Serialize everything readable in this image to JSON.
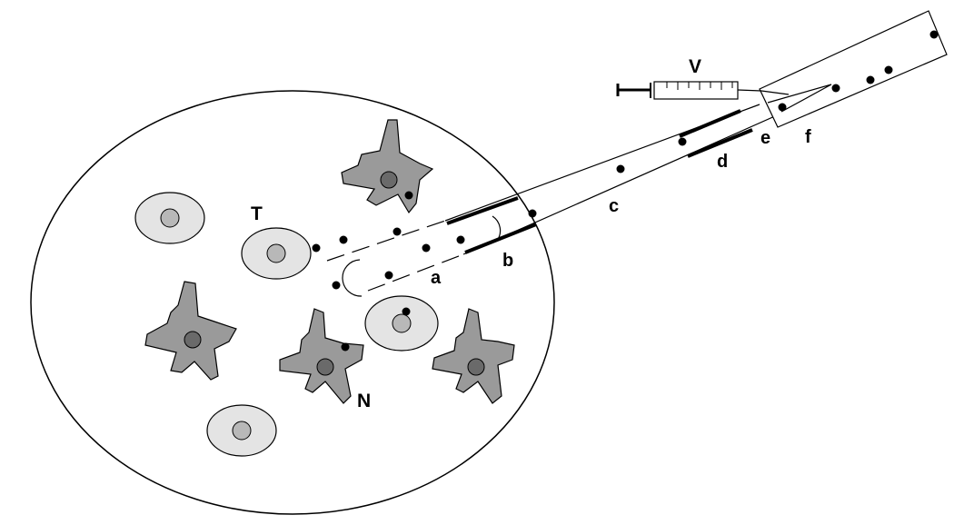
{
  "labels": {
    "t": "T",
    "n": "N",
    "a": "a",
    "b": "b",
    "c": "c",
    "d": "d",
    "e": "e",
    "f": "f",
    "v": "V"
  },
  "colors": {
    "background": "#ffffff",
    "stroke": "#000000",
    "cell_light": "#e4e4e4",
    "cell_light_nucleus": "#b8b8b8",
    "cell_dark": "#9a9a9a",
    "cell_dark_nucleus": "#6a6a6a",
    "particle": "#000000"
  }
}
